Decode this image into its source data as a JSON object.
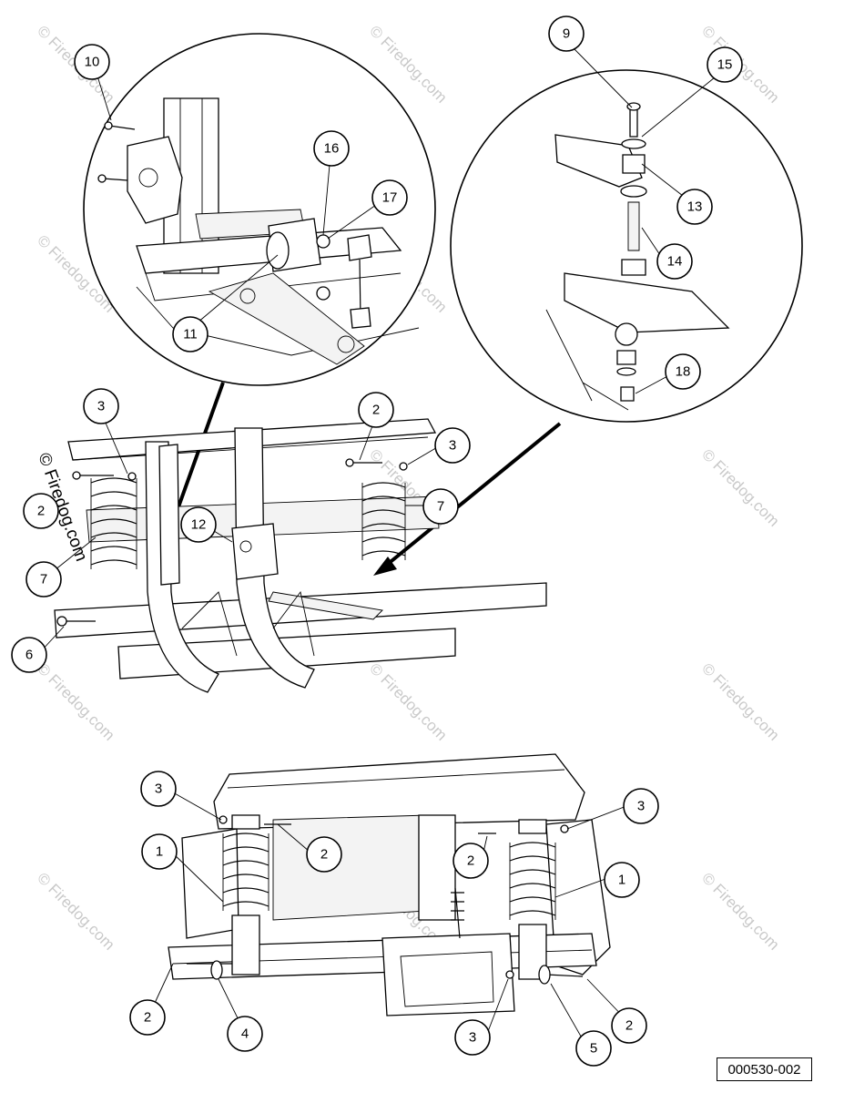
{
  "figure_ref": "000530-002",
  "copyright_mark": "© Firedog.com",
  "watermark_text": "© Firedog.com",
  "callouts": {
    "c1a": "1",
    "c1b": "1",
    "c2a": "2",
    "c2b": "2",
    "c2c": "2",
    "c2d": "2",
    "c2e": "2",
    "c2f": "2",
    "c3a": "3",
    "c3b": "3",
    "c3c": "3",
    "c3d": "3",
    "c3e": "3",
    "c4": "4",
    "c5": "5",
    "c6": "6",
    "c7a": "7",
    "c7b": "7",
    "c9": "9",
    "c10": "10",
    "c11": "11",
    "c12": "12",
    "c13": "13",
    "c14": "14",
    "c15": "15",
    "c16": "16",
    "c17": "17",
    "c18": "18"
  }
}
